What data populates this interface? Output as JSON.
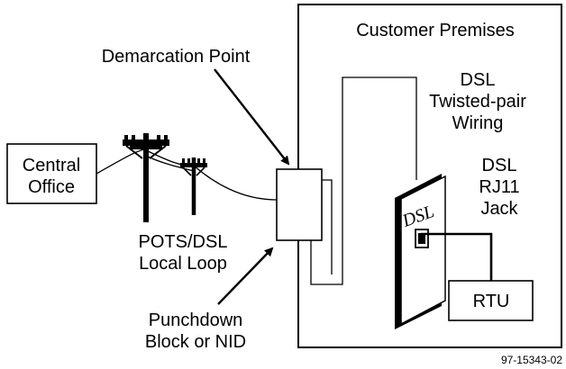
{
  "labels": {
    "customer_premises": "Customer Premises",
    "demarcation_point": "Demarcation Point",
    "dsl_wiring_1": "DSL",
    "dsl_wiring_2": "Twisted-pair",
    "dsl_wiring_3": "Wiring",
    "central_office_1": "Central",
    "central_office_2": "Office",
    "dsl_jack_1": "DSL",
    "dsl_jack_2": "RJ11",
    "dsl_jack_3": "Jack",
    "pots_1": "POTS/DSL",
    "pots_2": "Local Loop",
    "rtu": "RTU",
    "punchdown_1": "Punchdown",
    "punchdown_2": "Block or NID",
    "jack_face_text": "DSL",
    "figure_id": "97-15343-02"
  }
}
